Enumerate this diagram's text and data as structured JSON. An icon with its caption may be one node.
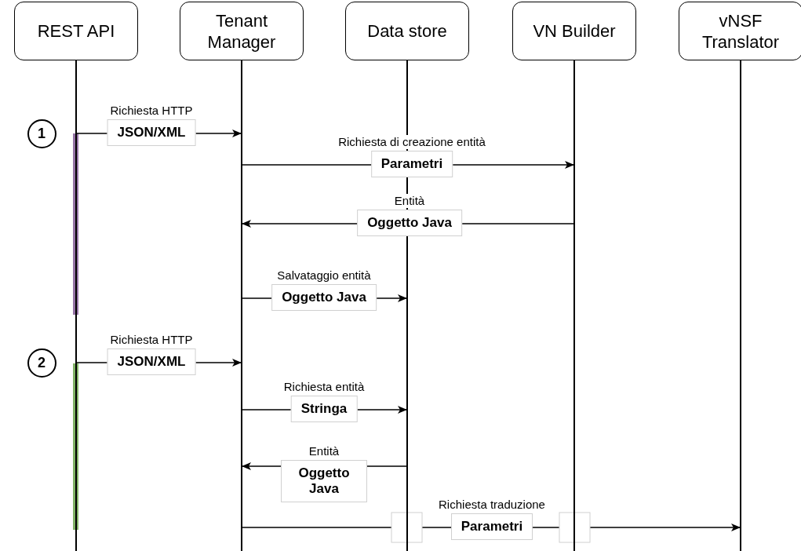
{
  "diagram": {
    "nodes": [
      {
        "text": [
          "REST API"
        ]
      },
      {
        "text": [
          "Tenant Manager"
        ]
      },
      {
        "text": [
          "Data store"
        ]
      },
      {
        "text": [
          "VN Builder"
        ]
      },
      {
        "text": [
          "vNSF Translator"
        ]
      },
      {
        "text": [],
        "shape": "bar"
      },
      {
        "text": [],
        "shape": "bar"
      },
      {
        "text": [],
        "shape": "bar"
      },
      {
        "text": [],
        "shape": "bar"
      },
      {
        "text": [],
        "shape": "bar"
      },
      {
        "text": [
          "1"
        ]
      },
      {
        "text": [
          "2"
        ]
      }
    ],
    "edges": [
      {
        "from": 5,
        "to": 6,
        "arrow": "to",
        "label": "Richiesta HTTP **JSON/XML**"
      },
      {
        "from": 6,
        "to": 8,
        "arrow": "to",
        "label": "Richiesta di creazione entità **Parametri**"
      },
      {
        "from": 8,
        "to": 6,
        "arrow": "to",
        "label": "Entità **Oggetto Java**"
      },
      {
        "from": 6,
        "to": 7,
        "arrow": "to",
        "label": "Salvataggio entità **Oggetto Java**"
      },
      {
        "from": 5,
        "to": 6,
        "arrow": "to",
        "label": "Richiesta HTTP **JSON/XML**"
      },
      {
        "from": 6,
        "to": 7,
        "arrow": "to",
        "label": "Richiesta entità **Stringa**"
      },
      {
        "from": 7,
        "to": 6,
        "arrow": "to",
        "label": "Entità **Oggetto Java**"
      },
      {
        "from": 6,
        "to": 9,
        "arrow": "to",
        "label": "Richiesta traduzione **Parametri**"
      }
    ]
  }
}
